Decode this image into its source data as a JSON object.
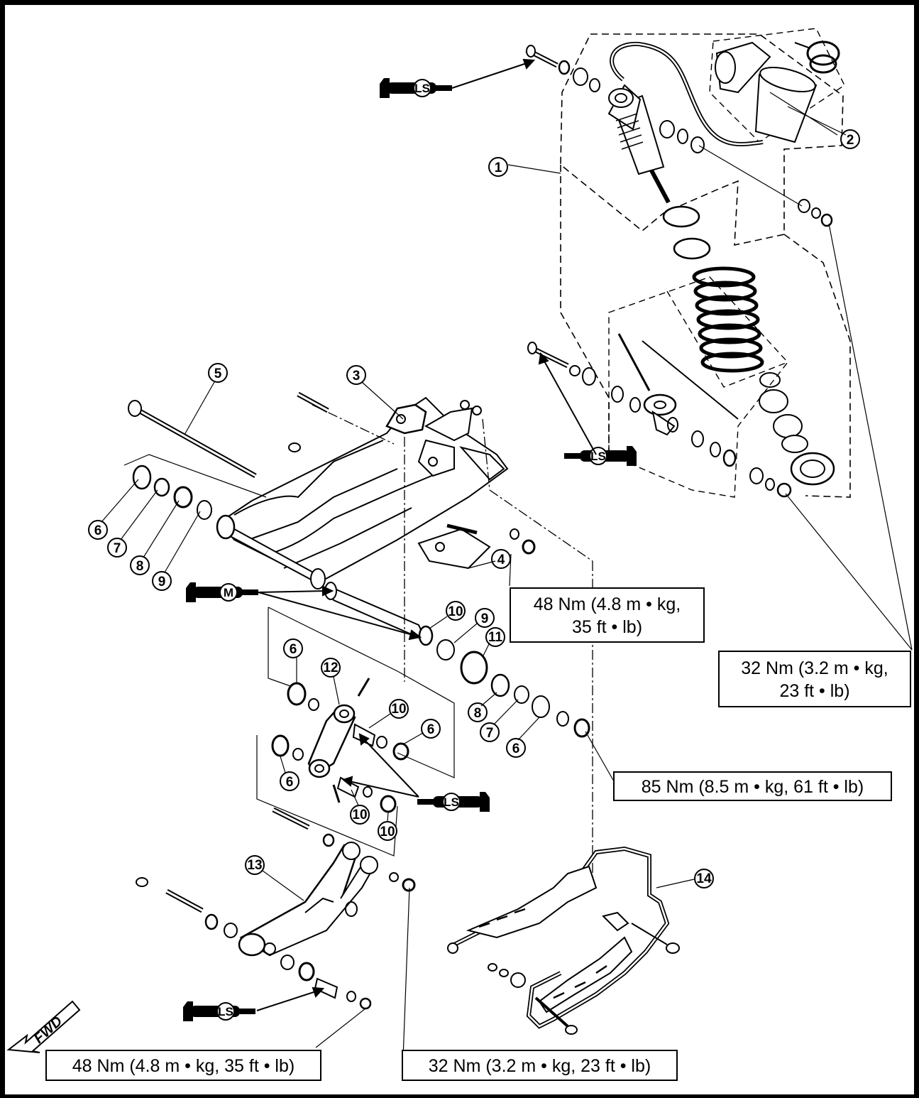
{
  "callouts": [
    "1",
    "2",
    "3",
    "4",
    "5",
    "6",
    "6",
    "6",
    "6",
    "6",
    "7",
    "7",
    "8",
    "8",
    "9",
    "9",
    "10",
    "10",
    "10",
    "10",
    "11",
    "12",
    "13",
    "14"
  ],
  "lube_marks": {
    "ls": "LS",
    "m": "M"
  },
  "fwd_label": "FWD",
  "torque_specs": {
    "spec_48_upper": {
      "line1": "48 Nm (4.8 m • kg,",
      "line2": "35 ft • lb)"
    },
    "spec_32_upper": {
      "line1": "32 Nm (3.2 m • kg,",
      "line2": "23 ft • lb)"
    },
    "spec_85": {
      "line1": "85 Nm (8.5 m • kg, 61 ft • lb)"
    },
    "spec_48_lower": {
      "line1": "48 Nm (4.8 m • kg, 35 ft • lb)"
    },
    "spec_32_lower": {
      "line1": "32 Nm (3.2 m • kg, 23 ft • lb)"
    }
  },
  "colors": {
    "ink": "#000000",
    "paper": "#ffffff"
  }
}
